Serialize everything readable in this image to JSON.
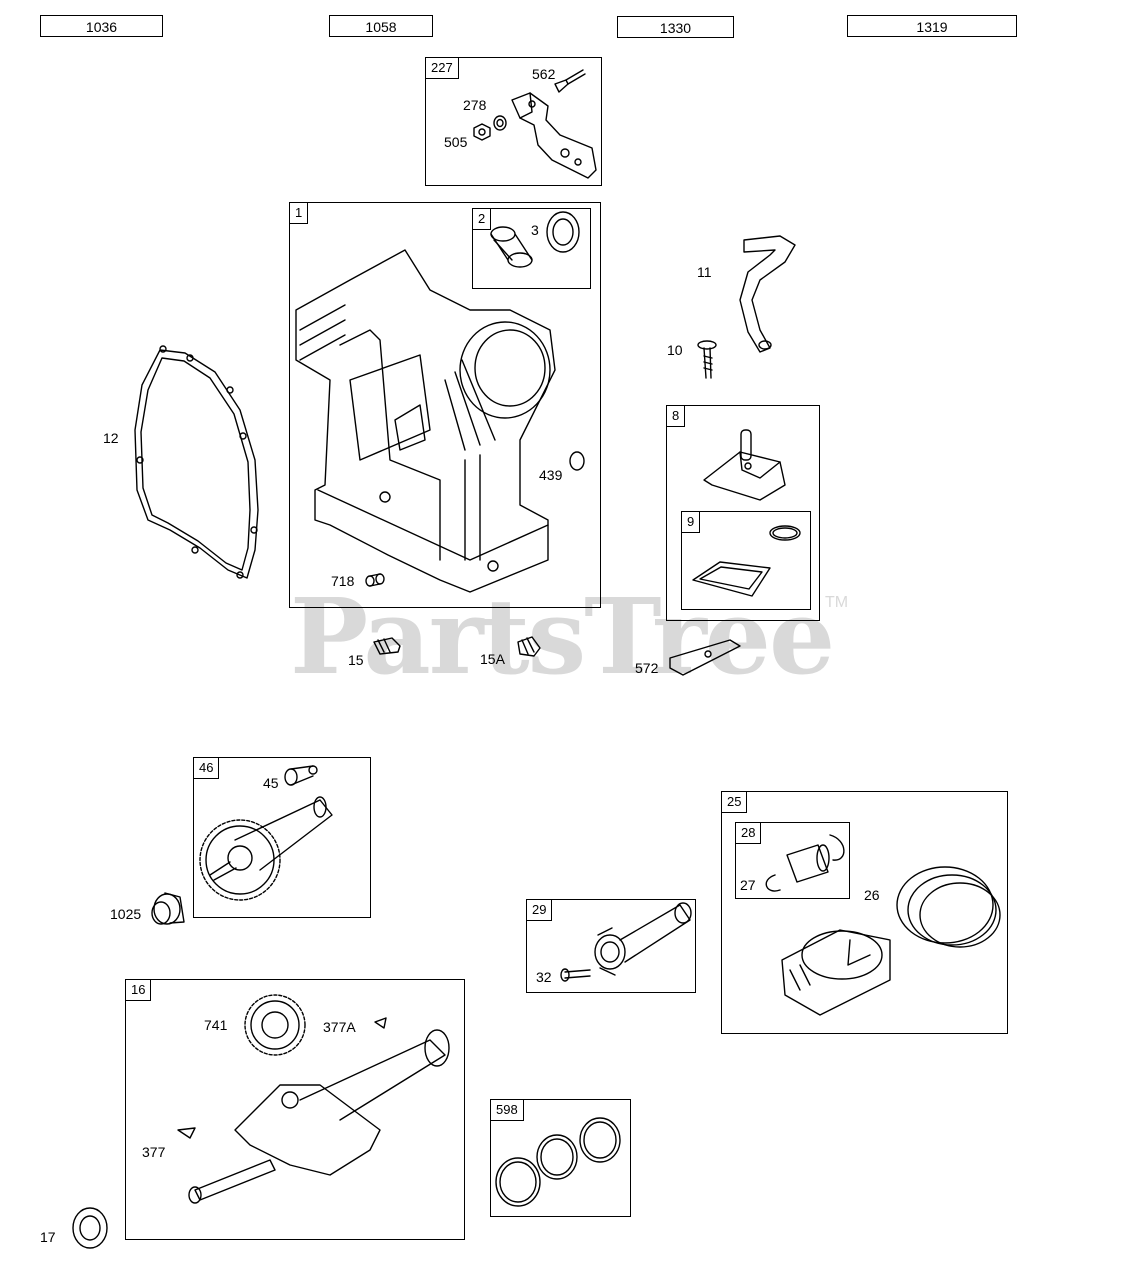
{
  "headers": [
    "1036",
    "1058",
    "1330",
    "1319"
  ],
  "watermark": {
    "text": "PartsTree",
    "tm": "TM"
  },
  "boxes": {
    "b227": "227",
    "b1": "1",
    "b2": "2",
    "b8": "8",
    "b9": "9",
    "b46": "46",
    "b16": "16",
    "b29": "29",
    "b25": "25",
    "b28": "28",
    "b598": "598"
  },
  "labels": {
    "l562": "562",
    "l278": "278",
    "l505": "505",
    "l3": "3",
    "l11": "11",
    "l10": "10",
    "l12": "12",
    "l439": "439",
    "l718": "718",
    "l15": "15",
    "l15a": "15A",
    "l572": "572",
    "l45": "45",
    "l1025": "1025",
    "l741": "741",
    "l377a": "377A",
    "l377": "377",
    "l17": "17",
    "l32": "32",
    "l27": "27",
    "l26": "26"
  }
}
